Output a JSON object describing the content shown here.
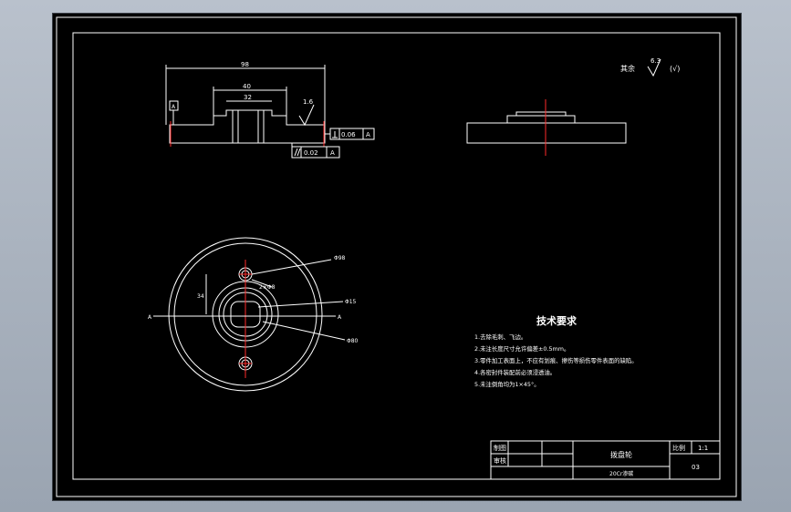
{
  "drawing": {
    "roughness_note": {
      "prefix": "其余",
      "value": "6.3",
      "suffix": "(√)"
    },
    "section_view": {
      "datum_label": "A",
      "dim_total": "98",
      "dim_mid": "40",
      "dim_inner": "32",
      "roughness": "1.6",
      "runout_value": "0.06",
      "runout_datum": "A",
      "parallel_value": "0.02",
      "parallel_datum": "A"
    },
    "top_view": {
      "dim_98": "Φ98",
      "dim_15": "Φ15",
      "dim_80": "Φ80",
      "holes": "2×Φ8",
      "dim_34": "34",
      "section_mark_left": "A",
      "section_mark_right": "A"
    },
    "tech_req": {
      "title": "技术要求",
      "items": [
        "1.去除毛刺、飞边。",
        "2.未注长度尺寸允许偏差±0.5mm。",
        "3.零件加工表面上，不应有划痕、擦伤等损伤零件表面的缺陷。",
        "4.各密封件装配前必须浸透油。",
        "5.未注倒角均为1×45°。"
      ]
    },
    "title_block": {
      "drawn_label": "制图",
      "checked_label": "审核",
      "part_name": "拨盘轮",
      "scale_label": "比例",
      "scale_value": "1:1",
      "material": "20Cr渗碳",
      "drawing_no": "03"
    }
  }
}
